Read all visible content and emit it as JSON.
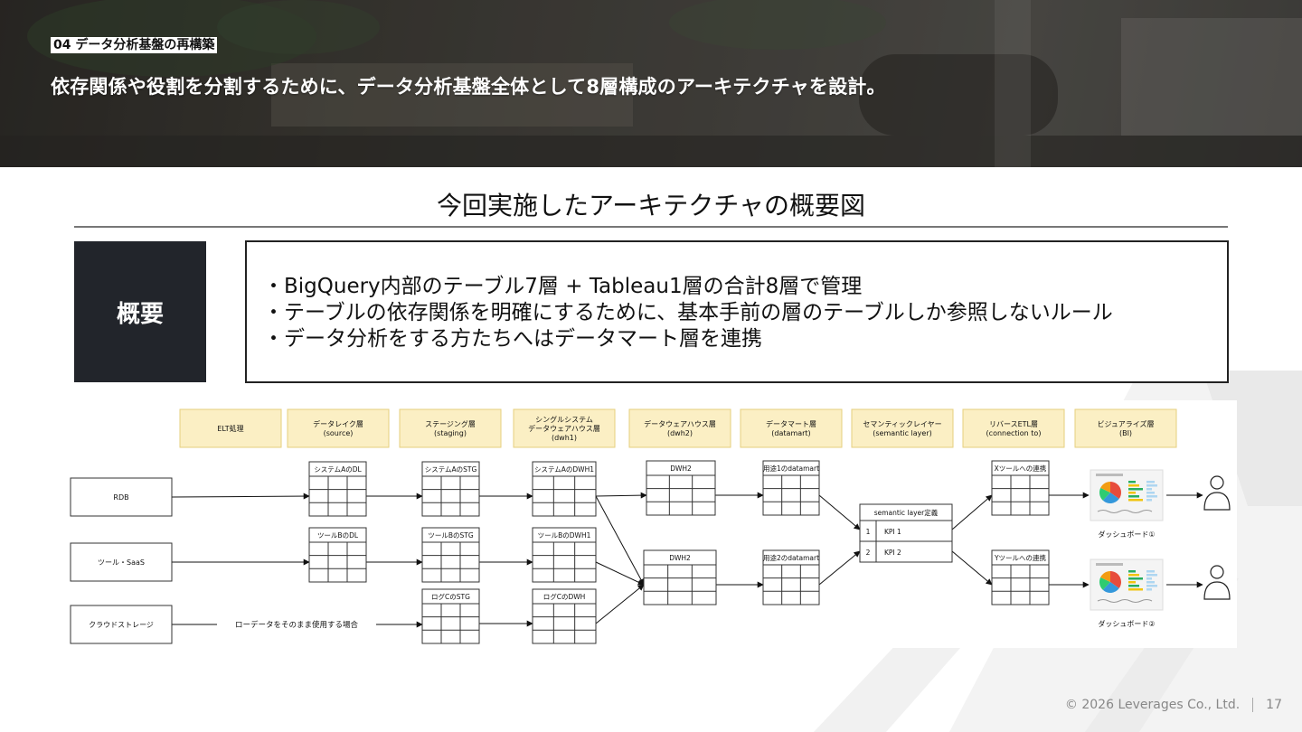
{
  "header": {
    "section_label": "04 データ分析基盤の再構築",
    "headline": "依存関係や役割を分割するために、データ分析基盤全体として8層構成のアーキテクチャを設計。"
  },
  "diagram_title": "今回実施したアーキテクチャの概要図",
  "summary": {
    "label": "概要",
    "lines": [
      "・BigQuery内部のテーブル7層 + Tableau1層の合計8層で管理",
      "・テーブルの依存関係を明確にするために、基本手前の層のテーブルしか参照しないルール",
      "・データ分析をする方たちへはデータマート層を連携"
    ]
  },
  "architecture": {
    "layers": [
      [
        "ELT処理"
      ],
      [
        "データレイク層",
        "(source)"
      ],
      [
        "ステージング層",
        "(staging)"
      ],
      [
        "シングルシステム",
        "データウェアハウス層",
        "(dwh1)"
      ],
      [
        "データウェアハウス層",
        "(dwh2)"
      ],
      [
        "データマート層",
        "(datamart)"
      ],
      [
        "セマンティックレイヤー",
        "(semantic layer)"
      ],
      [
        "リバースETL層",
        "(connection to)"
      ],
      [
        "ビジュアライズ層",
        "(BI)"
      ]
    ],
    "sources": [
      "RDB",
      "ツール・SaaS",
      "クラウドストレージ"
    ],
    "raw_data_label": "ローデータをそのまま使用する場合",
    "tables": {
      "dl_a": "システムAのDL",
      "dl_b": "ツールBのDL",
      "stg_a": "システムAのSTG",
      "stg_b": "ツールBのSTG",
      "stg_c": "ログCのSTG",
      "dwh1_a": "システムAのDWH1",
      "dwh1_b": "ツールBのDWH1",
      "dwh1_c": "ログCのDWH",
      "dwh2_1": "DWH2",
      "dwh2_2": "DWH2",
      "mart_1": "用途1のdatamart",
      "mart_2": "用途2のdatamart",
      "rev_x": "Xツールへの連携",
      "rev_y": "Yツールへの連携"
    },
    "semantic": {
      "title": "semantic layer定義",
      "rows": [
        [
          "1",
          "KPI 1"
        ],
        [
          "2",
          "KPI 2"
        ]
      ]
    },
    "dashboards": [
      "ダッシュボード①",
      "ダッシュボード②"
    ]
  },
  "footer": {
    "copyright": "© 2026 Leverages Co., Ltd.",
    "page": "17"
  },
  "colors": {
    "layer_fill": "#fbefc4",
    "layer_stroke": "#e6cf7e",
    "summary_bg": "#22252b"
  }
}
